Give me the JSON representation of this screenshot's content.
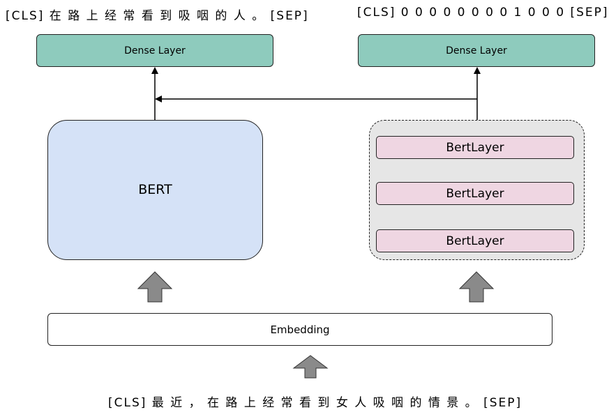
{
  "top_left_text": "[CLS] 在 路 上 经 常 看 到 吸 咽 的 人 。 [SEP]",
  "top_right_text": "[CLS]  0 0 0 0 0 0 0 0 1 0 0 0 [SEP]",
  "dense_left_label": "Dense Layer",
  "dense_right_label": "Dense Layer",
  "bert_label": "BERT",
  "bert_layers": [
    "BertLayer",
    "BertLayer",
    "BertLayer"
  ],
  "embedding_label": "Embedding",
  "bottom_text": "[CLS] 最 近 ， 在 路 上 经 常 看 到 女 人 吸 咽 的 情 景 。 [SEP]",
  "colors": {
    "dense": "#8ecbbd",
    "bert": "#d5e2f7",
    "bertlayer": "#efd6e2",
    "encoder_group": "#e6e6e6",
    "block_arrow": "#8a8a8a"
  }
}
